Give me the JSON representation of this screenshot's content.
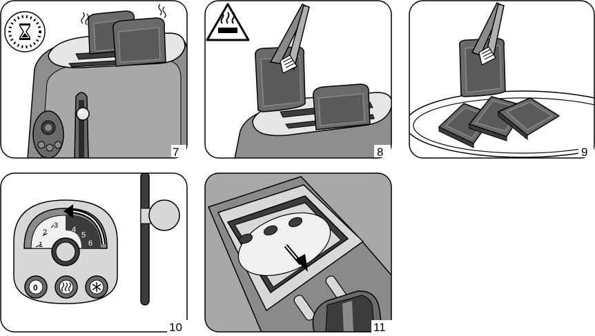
{
  "steps": [
    {
      "id": "7",
      "label": "7"
    },
    {
      "id": "8",
      "label": "8"
    },
    {
      "id": "9",
      "label": "9"
    },
    {
      "id": "10",
      "label": "10"
    },
    {
      "id": "11",
      "label": "11"
    }
  ],
  "dial": {
    "levels": [
      "1",
      "2",
      "3",
      "4",
      "5",
      "6"
    ]
  },
  "buttons": {
    "stop_label": "0"
  },
  "icons": {
    "timer": "hourglass-icon",
    "hot_surface": "hot-surface-warning-icon",
    "reheat": "heat-waves-icon",
    "defrost": "snowflake-icon"
  },
  "colors": {
    "panel_border": "#000000",
    "dark_gray": "#6e6e6e",
    "mid_gray": "#a6a6a6",
    "light_gray": "#d4d4d4",
    "white": "#ffffff"
  }
}
